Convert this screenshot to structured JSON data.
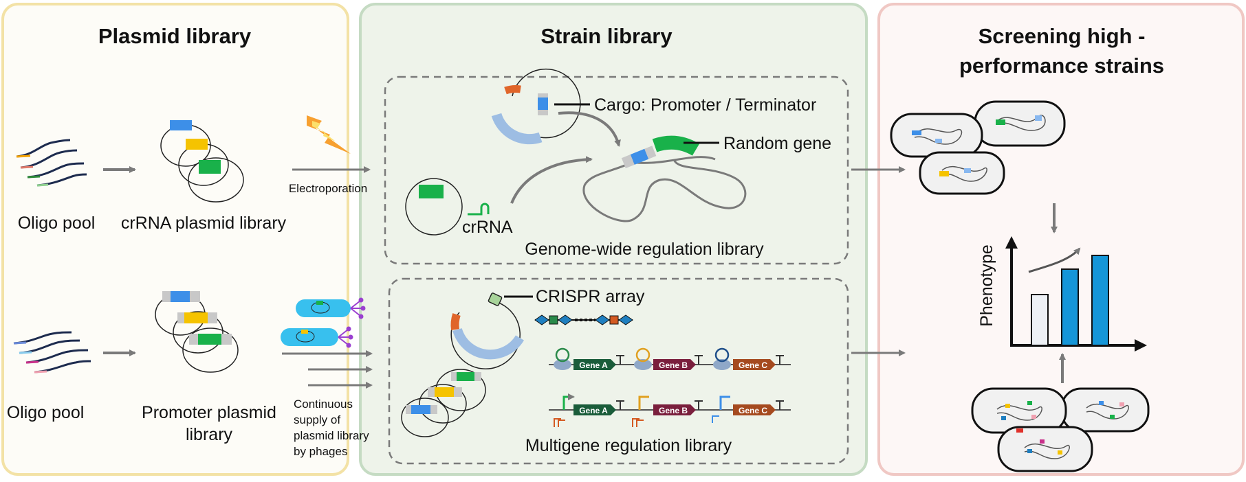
{
  "panels": {
    "plasmid": {
      "title": "Plasmid library",
      "oligo_pool_top": "Oligo pool",
      "crrna_library": "crRNA plasmid library",
      "electroporation": "Electroporation",
      "oligo_pool_bottom": "Oligo pool",
      "promoter_library_line1": "Promoter plasmid",
      "promoter_library_line2": "library",
      "phage_note_line1": "Continuous",
      "phage_note_line2": "supply of",
      "phage_note_line3": "plasmid library",
      "phage_note_line4": "by phages"
    },
    "strain": {
      "title": "Strain library",
      "cargo_label": "Cargo: Promoter / Terminator",
      "random_gene": "Random gene",
      "crrna": "crRNA",
      "genome_wide": "Genome-wide regulation library",
      "crispr_array": "CRISPR array",
      "genes": [
        "Gene A",
        "Gene B",
        "Gene C"
      ],
      "multigene": "Multigene regulation library"
    },
    "screening": {
      "title_line1": "Screening high -",
      "title_line2": "performance strains",
      "y_axis_label": "Phenotype"
    }
  },
  "colors": {
    "panel1_bg": "#fdfcf7",
    "panel1_border": "#f3e2a6",
    "panel2_bg": "#eef3ea",
    "panel2_border": "#c5dbc3",
    "panel3_bg": "#fdf7f6",
    "panel3_border": "#f0c8c4",
    "blue": "#3d8fe8",
    "yellow": "#f5c300",
    "green": "#19b14a",
    "orange": "#e0652a",
    "cyan": "#38c0ee",
    "bar_blue": "#1596d8",
    "gene_a": "#1a5c3a",
    "gene_b": "#7a1f3d",
    "gene_c": "#a54a1f",
    "arrow_gray": "#7a7a7a",
    "plasmid_blue": "#9dbde3"
  }
}
